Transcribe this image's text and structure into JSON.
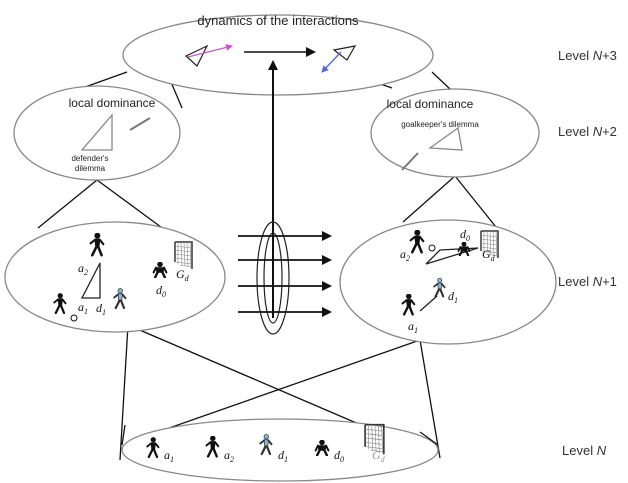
{
  "title": "dynamics of the interactions",
  "levels": {
    "n3": {
      "prefix": "Level ",
      "var": "N",
      "suffix": "+3"
    },
    "n2": {
      "prefix": "Level ",
      "var": "N",
      "suffix": "+2"
    },
    "n1": {
      "prefix": "Level ",
      "var": "N",
      "suffix": "+1"
    },
    "n0": {
      "prefix": "Level ",
      "var": "N",
      "suffix": ""
    }
  },
  "left_box": {
    "heading": "local dominance",
    "caption_line1": "defender's",
    "caption_line2": "dilemma"
  },
  "right_box": {
    "heading": "local dominance",
    "caption": "goalkeeper's dilemma"
  },
  "players": {
    "a1": {
      "base": "a",
      "sub": "1"
    },
    "a2": {
      "base": "a",
      "sub": "2"
    },
    "d1": {
      "base": "d",
      "sub": "1"
    },
    "d0": {
      "base": "d",
      "sub": "0"
    },
    "Gd": {
      "base": "G",
      "sub": "d"
    }
  },
  "colors": {
    "line": "#111111",
    "ellipse": "#888888",
    "keeper_label": "#999999",
    "defender_shirt": "#8ab8d8",
    "arrow_pink": "#cc55cc",
    "arrow_blue": "#5566dd"
  }
}
